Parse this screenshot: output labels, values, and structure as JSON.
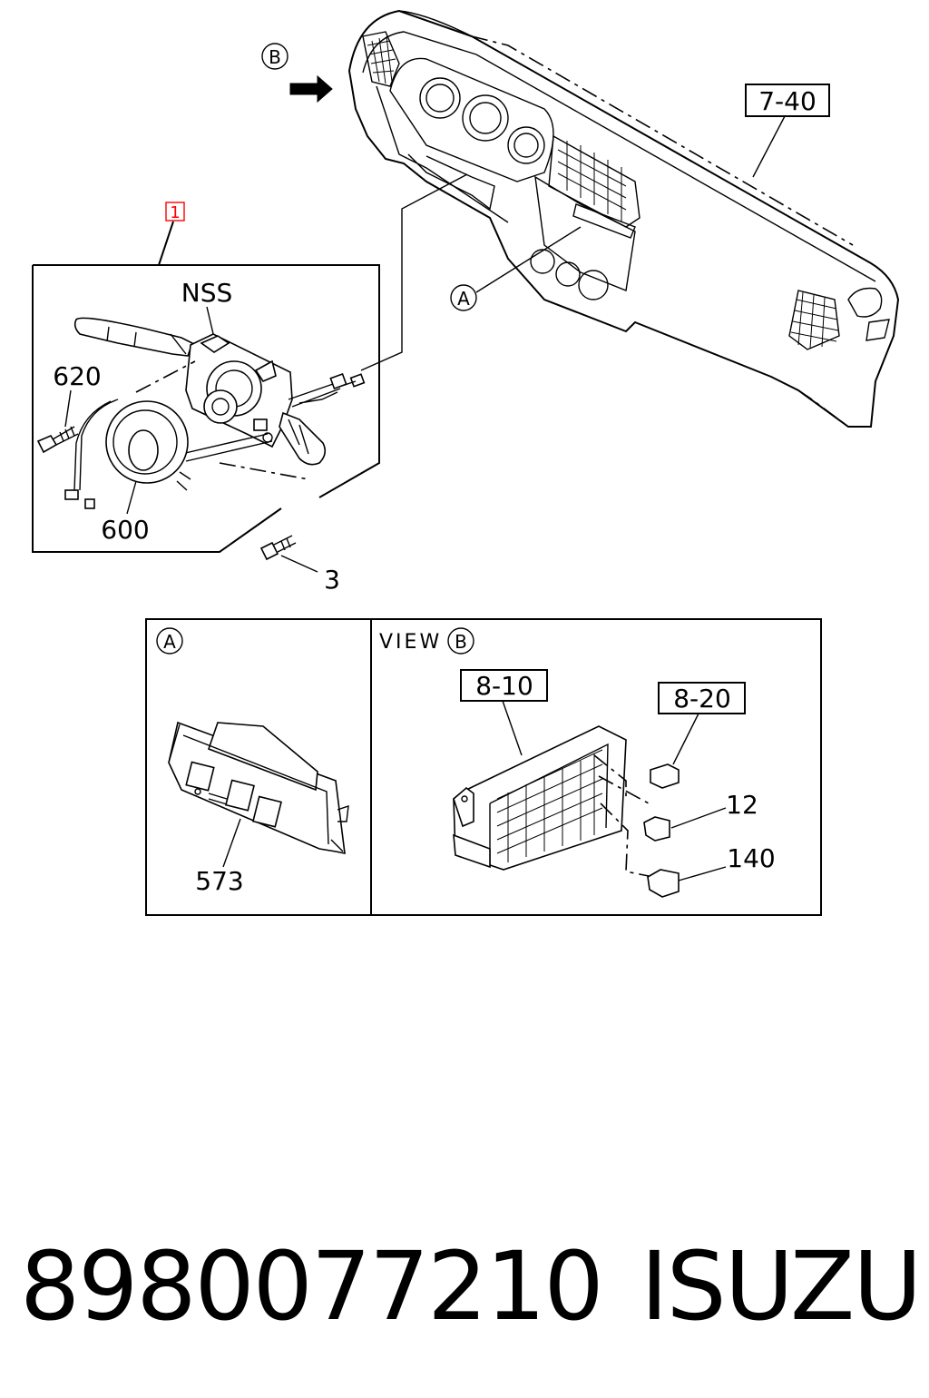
{
  "callouts": {
    "b_top": "B",
    "a_top": "A",
    "ref_7_40": "7-40",
    "part_1": "1",
    "nss": "NSS",
    "p620": "620",
    "p600": "600",
    "p3": "3"
  },
  "inset_a": {
    "label": "A",
    "part": "573"
  },
  "inset_b": {
    "view_label": "VIEW",
    "label": "B",
    "ref_8_10": "8-10",
    "ref_8_20": "8-20",
    "p12": "12",
    "p140": "140"
  },
  "footer": {
    "part_number": "8980077210",
    "brand": "ISUZU"
  },
  "colors": {
    "line": "#000000",
    "highlight": "#ff0000",
    "background": "#ffffff"
  }
}
